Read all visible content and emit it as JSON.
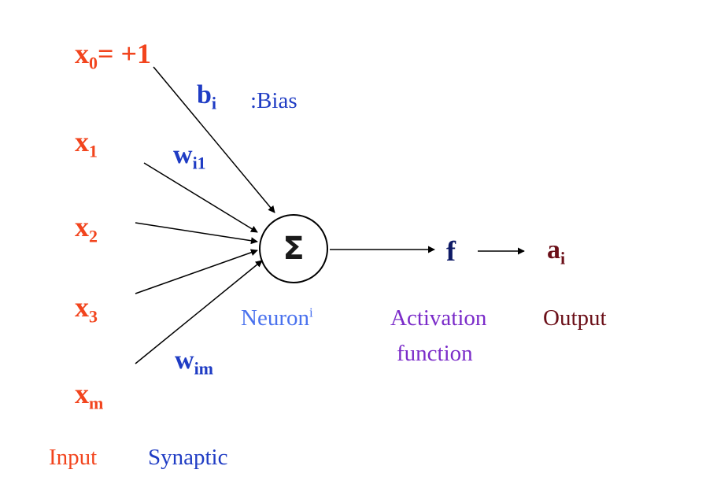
{
  "inputs": {
    "x0": {
      "base": "x",
      "sub": "0",
      "suffix": "= +1"
    },
    "x1": {
      "base": "x",
      "sub": "1"
    },
    "x2": {
      "base": "x",
      "sub": "2"
    },
    "x3": {
      "base": "x",
      "sub": "3"
    },
    "xm": {
      "base": "x",
      "sub": "m"
    }
  },
  "bias": {
    "base": "b",
    "sub": "i",
    "label": ":Bias"
  },
  "weights": {
    "wi1": {
      "base": "w",
      "sub": "i1"
    },
    "wim": {
      "base": "w",
      "sub": "im"
    }
  },
  "neuron": {
    "symbol": "Σ",
    "label": "Neuron",
    "sup": "i"
  },
  "activation": {
    "symbol": "f",
    "label_line1": "Activation",
    "label_line2": "function"
  },
  "output": {
    "base": "a",
    "sub": "i",
    "label": "Output"
  },
  "captions": {
    "input": "Input",
    "synaptic": "Synaptic"
  },
  "colors": {
    "input": "#f2441d",
    "weight": "#1f3cc4",
    "neuron_label": "#4a72ee",
    "activation_label": "#7b2cc9",
    "output": "#6b0f18",
    "lines": "#000000"
  }
}
